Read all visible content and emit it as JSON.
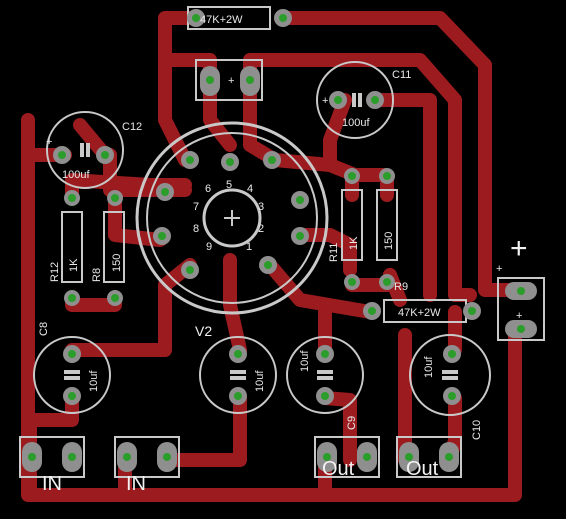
{
  "board": {
    "colors": {
      "trace": "#9c1b1f",
      "silk": "#c9c9c9",
      "pad": "#8f8f8f",
      "hole": "#2a9d2a",
      "background": "#000000"
    }
  },
  "labels": {
    "r_top": "47K+2W",
    "r_mid": "47K+2W",
    "c11": "C11",
    "c11_val": "100uf",
    "c12": "C12",
    "c12_val": "100uf",
    "r12": "R12",
    "r12_val": "1K",
    "r8": "R8",
    "r8_val": "150",
    "r11": "R11",
    "r11_val": "1K",
    "r9": "R9",
    "r9_val": "150",
    "v2": "V2",
    "c8": "C8",
    "c8_val": "10uf",
    "c_center_val": "10uf",
    "c9": "C9",
    "c9_val": "10uf",
    "c10": "C10",
    "c10_val": "10uf",
    "in1": "IN",
    "in2": "IN",
    "out1": "Out",
    "out2": "Out",
    "power_plus": "+",
    "pin1": "1",
    "pin2": "2",
    "pin3": "3",
    "pin4": "4",
    "pin5": "5",
    "pin6": "6",
    "pin7": "7",
    "pin8": "8",
    "pin9": "9",
    "plus": "+",
    "minus": "-"
  }
}
